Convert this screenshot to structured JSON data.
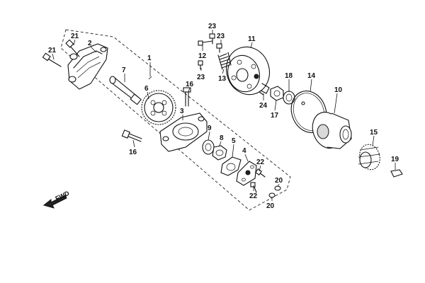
{
  "diagram": {
    "callouts": {
      "c1": "1",
      "c2": "2",
      "c3": "3",
      "c4": "4",
      "c5": "5",
      "c6": "6",
      "c7": "7",
      "c8": "8",
      "c9": "9",
      "c10": "10",
      "c11": "11",
      "c12": "12",
      "c13": "13",
      "c14": "14",
      "c15": "15",
      "c16a": "16",
      "c16b": "16",
      "c17": "17",
      "c18": "18",
      "c19": "19",
      "c20a": "20",
      "c20b": "20",
      "c21a": "21",
      "c21b": "21",
      "c22a": "22",
      "c22b": "22",
      "c23a": "23",
      "c23b": "23",
      "c23c": "23",
      "c24": "24"
    },
    "direction_label": "FWD"
  }
}
